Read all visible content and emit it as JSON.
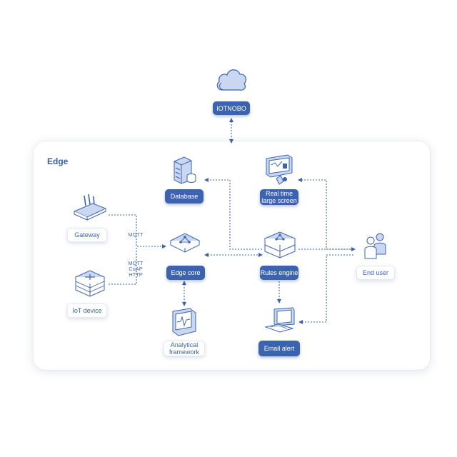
{
  "cloud": {
    "label": "IOTNOBO"
  },
  "edge": {
    "title": "Edge",
    "nodes": {
      "database": "Database",
      "realtime": "Real time\nlarge screen",
      "gateway": "Gateway",
      "edge_core": "Edge core",
      "rules_engine": "Rules engine",
      "end_user": "End user",
      "iot_device": "IoT device",
      "analytical": "Analytical\nframework",
      "email_alert": "Email alert"
    },
    "protocols": {
      "gateway_link": "MQTT",
      "device_link": "MQTT\nCoAP\nHTTP"
    }
  },
  "colors": {
    "primary": "#3c63ad",
    "icon_fill": "#c9d7f2",
    "panel": "#ffffff"
  },
  "icons": [
    "cloud-icon",
    "server-icon",
    "monitor-dashboard-icon",
    "router-icon",
    "hub-icon",
    "rules-engine-icon",
    "users-icon",
    "iot-device-icon",
    "analytics-monitor-icon",
    "computer-icon"
  ]
}
